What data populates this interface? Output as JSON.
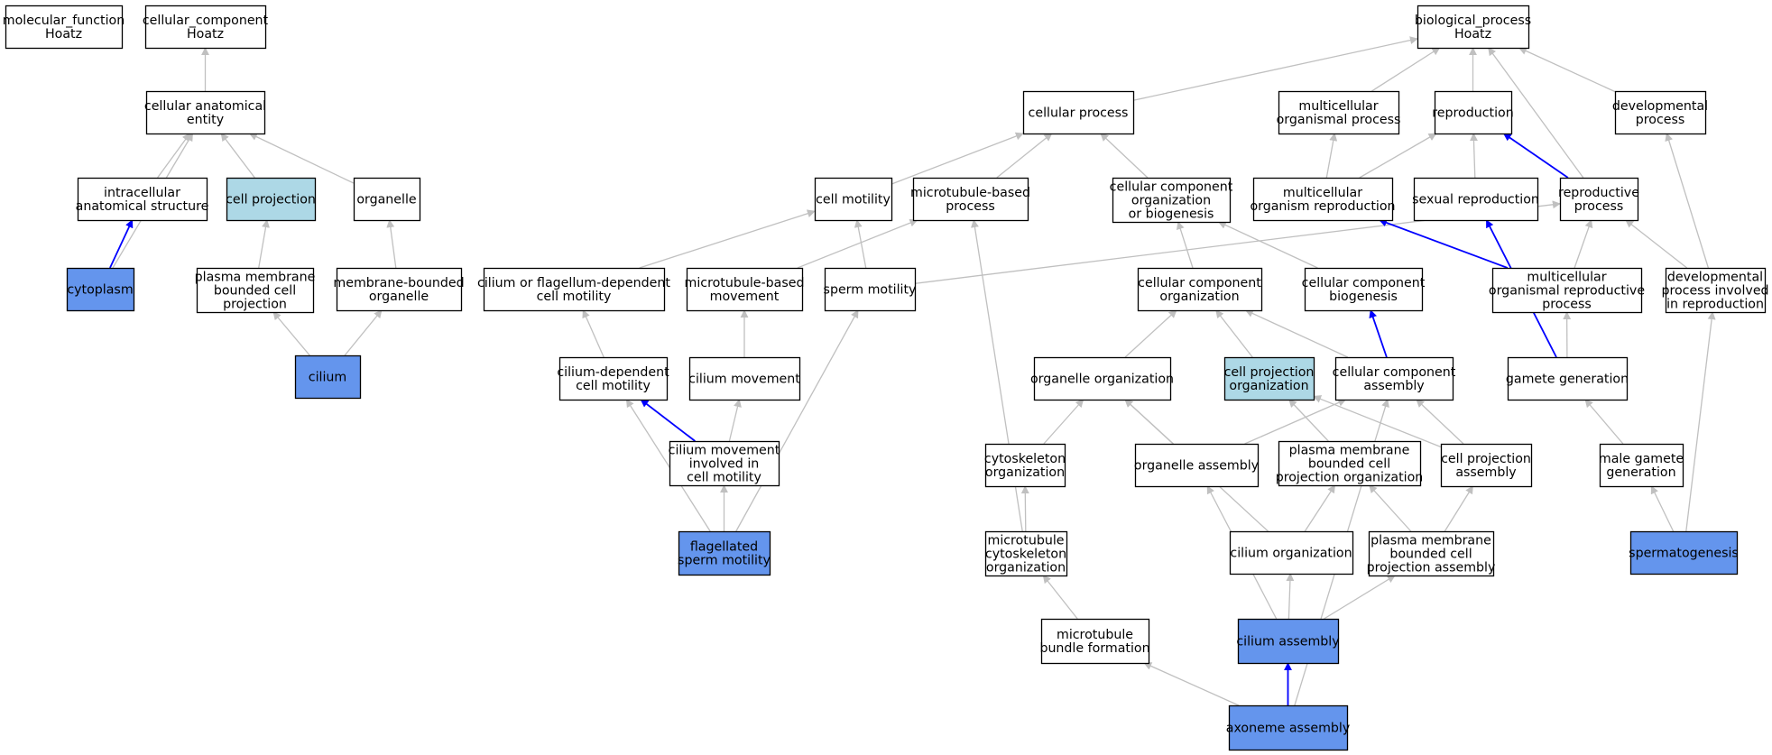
{
  "colors": {
    "node_fill_default": "#ffffff",
    "node_fill_direct": "#6495ed",
    "node_fill_inferred": "#add8e6",
    "node_stroke": "#000000",
    "edge_is_a": "#c0c0c0",
    "edge_part_of": "#0000ff"
  },
  "nodes": [
    {
      "id": "molecular_function",
      "lines": [
        "molecular_function",
        "Hoatz"
      ],
      "fill": "white"
    },
    {
      "id": "cellular_component",
      "lines": [
        "cellular_component",
        "Hoatz"
      ],
      "fill": "white"
    },
    {
      "id": "biological_process",
      "lines": [
        "biological_process",
        "Hoatz"
      ],
      "fill": "white"
    },
    {
      "id": "cellular_anatomical_entity",
      "lines": [
        "cellular anatomical",
        "entity"
      ],
      "fill": "white"
    },
    {
      "id": "intracellular_anatomical_structure",
      "lines": [
        "intracellular",
        "anatomical structure"
      ],
      "fill": "white"
    },
    {
      "id": "cell_projection",
      "lines": [
        "cell projection"
      ],
      "fill": "lightblue"
    },
    {
      "id": "organelle",
      "lines": [
        "organelle"
      ],
      "fill": "white"
    },
    {
      "id": "cytoplasm",
      "lines": [
        "cytoplasm"
      ],
      "fill": "blue"
    },
    {
      "id": "plasma_membrane_bounded_cell_projection",
      "lines": [
        "plasma membrane",
        "bounded cell",
        "projection"
      ],
      "fill": "white"
    },
    {
      "id": "membrane_bounded_organelle",
      "lines": [
        "membrane-bounded",
        "organelle"
      ],
      "fill": "white"
    },
    {
      "id": "cilium",
      "lines": [
        "cilium"
      ],
      "fill": "blue"
    },
    {
      "id": "cellular_process",
      "lines": [
        "cellular process"
      ],
      "fill": "white"
    },
    {
      "id": "multicellular_organismal_process",
      "lines": [
        "multicellular",
        "organismal process"
      ],
      "fill": "white"
    },
    {
      "id": "reproduction",
      "lines": [
        "reproduction"
      ],
      "fill": "white"
    },
    {
      "id": "developmental_process",
      "lines": [
        "developmental",
        "process"
      ],
      "fill": "white"
    },
    {
      "id": "cell_motility",
      "lines": [
        "cell motility"
      ],
      "fill": "white"
    },
    {
      "id": "microtubule_based_process",
      "lines": [
        "microtubule-based",
        "process"
      ],
      "fill": "white"
    },
    {
      "id": "cellular_component_organization_or_biogenesis",
      "lines": [
        "cellular component",
        "organization",
        "or biogenesis"
      ],
      "fill": "white"
    },
    {
      "id": "multicellular_organism_reproduction",
      "lines": [
        "multicellular",
        "organism reproduction"
      ],
      "fill": "white"
    },
    {
      "id": "sexual_reproduction",
      "lines": [
        "sexual reproduction"
      ],
      "fill": "white"
    },
    {
      "id": "reproductive_process",
      "lines": [
        "reproductive",
        "process"
      ],
      "fill": "white"
    },
    {
      "id": "cilium_or_flagellum_dependent_cell_motility",
      "lines": [
        "cilium or flagellum-dependent",
        "cell motility"
      ],
      "fill": "white"
    },
    {
      "id": "microtubule_based_movement",
      "lines": [
        "microtubule-based",
        "movement"
      ],
      "fill": "white"
    },
    {
      "id": "sperm_motility",
      "lines": [
        "sperm motility"
      ],
      "fill": "white"
    },
    {
      "id": "cellular_component_organization",
      "lines": [
        "cellular component",
        "organization"
      ],
      "fill": "white"
    },
    {
      "id": "cellular_component_biogenesis",
      "lines": [
        "cellular component",
        "biogenesis"
      ],
      "fill": "white"
    },
    {
      "id": "multicellular_organismal_reproductive_process",
      "lines": [
        "multicellular",
        "organismal reproductive",
        "process"
      ],
      "fill": "white"
    },
    {
      "id": "developmental_process_involved_in_reproduction",
      "lines": [
        "developmental",
        "process involved",
        "in reproduction"
      ],
      "fill": "white"
    },
    {
      "id": "cilium_dependent_cell_motility",
      "lines": [
        "cilium-dependent",
        "cell motility"
      ],
      "fill": "white"
    },
    {
      "id": "cilium_movement",
      "lines": [
        "cilium movement"
      ],
      "fill": "white"
    },
    {
      "id": "organelle_organization",
      "lines": [
        "organelle organization"
      ],
      "fill": "white"
    },
    {
      "id": "cell_projection_organization",
      "lines": [
        "cell projection",
        "organization"
      ],
      "fill": "lightblue"
    },
    {
      "id": "cellular_component_assembly",
      "lines": [
        "cellular component",
        "assembly"
      ],
      "fill": "white"
    },
    {
      "id": "gamete_generation",
      "lines": [
        "gamete generation"
      ],
      "fill": "white"
    },
    {
      "id": "cilium_movement_involved_in_cell_motility",
      "lines": [
        "cilium movement",
        "involved in",
        "cell motility"
      ],
      "fill": "white"
    },
    {
      "id": "cytoskeleton_organization",
      "lines": [
        "cytoskeleton",
        "organization"
      ],
      "fill": "white"
    },
    {
      "id": "organelle_assembly",
      "lines": [
        "organelle assembly"
      ],
      "fill": "white"
    },
    {
      "id": "plasma_membrane_bounded_cell_projection_organization",
      "lines": [
        "plasma membrane",
        "bounded cell",
        "projection organization"
      ],
      "fill": "white"
    },
    {
      "id": "cell_projection_assembly",
      "lines": [
        "cell projection",
        "assembly"
      ],
      "fill": "white"
    },
    {
      "id": "male_gamete_generation",
      "lines": [
        "male gamete",
        "generation"
      ],
      "fill": "white"
    },
    {
      "id": "flagellated_sperm_motility",
      "lines": [
        "flagellated",
        "sperm motility"
      ],
      "fill": "blue"
    },
    {
      "id": "microtubule_cytoskeleton_organization",
      "lines": [
        "microtubule",
        "cytoskeleton",
        "organization"
      ],
      "fill": "white"
    },
    {
      "id": "cilium_organization",
      "lines": [
        "cilium organization"
      ],
      "fill": "white"
    },
    {
      "id": "plasma_membrane_bounded_cell_projection_assembly",
      "lines": [
        "plasma membrane",
        "bounded cell",
        "projection assembly"
      ],
      "fill": "white"
    },
    {
      "id": "spermatogenesis",
      "lines": [
        "spermatogenesis"
      ],
      "fill": "blue"
    },
    {
      "id": "microtubule_bundle_formation",
      "lines": [
        "microtubule",
        "bundle formation"
      ],
      "fill": "white"
    },
    {
      "id": "cilium_assembly",
      "lines": [
        "cilium assembly"
      ],
      "fill": "blue"
    },
    {
      "id": "axoneme_assembly",
      "lines": [
        "axoneme assembly"
      ],
      "fill": "blue"
    }
  ],
  "edges": [
    {
      "from": "cellular_anatomical_entity",
      "to": "cellular_component",
      "type": "is_a"
    },
    {
      "from": "intracellular_anatomical_structure",
      "to": "cellular_anatomical_entity",
      "type": "is_a"
    },
    {
      "from": "cell_projection",
      "to": "cellular_anatomical_entity",
      "type": "is_a"
    },
    {
      "from": "organelle",
      "to": "cellular_anatomical_entity",
      "type": "is_a"
    },
    {
      "from": "cytoplasm",
      "to": "cellular_anatomical_entity",
      "type": "is_a"
    },
    {
      "from": "cytoplasm",
      "to": "intracellular_anatomical_structure",
      "type": "part_of"
    },
    {
      "from": "plasma_membrane_bounded_cell_projection",
      "to": "cell_projection",
      "type": "is_a"
    },
    {
      "from": "membrane_bounded_organelle",
      "to": "organelle",
      "type": "is_a"
    },
    {
      "from": "cilium",
      "to": "plasma_membrane_bounded_cell_projection",
      "type": "is_a"
    },
    {
      "from": "cilium",
      "to": "membrane_bounded_organelle",
      "type": "is_a"
    },
    {
      "from": "cellular_process",
      "to": "biological_process",
      "type": "is_a"
    },
    {
      "from": "multicellular_organismal_process",
      "to": "biological_process",
      "type": "is_a"
    },
    {
      "from": "reproduction",
      "to": "biological_process",
      "type": "is_a"
    },
    {
      "from": "developmental_process",
      "to": "biological_process",
      "type": "is_a"
    },
    {
      "from": "reproductive_process",
      "to": "biological_process",
      "type": "is_a"
    },
    {
      "from": "cell_motility",
      "to": "cellular_process",
      "type": "is_a"
    },
    {
      "from": "microtubule_based_process",
      "to": "cellular_process",
      "type": "is_a"
    },
    {
      "from": "cellular_component_organization_or_biogenesis",
      "to": "cellular_process",
      "type": "is_a"
    },
    {
      "from": "multicellular_organism_reproduction",
      "to": "multicellular_organismal_process",
      "type": "is_a"
    },
    {
      "from": "multicellular_organism_reproduction",
      "to": "reproduction",
      "type": "is_a"
    },
    {
      "from": "sexual_reproduction",
      "to": "reproduction",
      "type": "is_a"
    },
    {
      "from": "reproductive_process",
      "to": "reproduction",
      "type": "part_of"
    },
    {
      "from": "cilium_or_flagellum_dependent_cell_motility",
      "to": "cell_motility",
      "type": "is_a"
    },
    {
      "from": "microtubule_based_movement",
      "to": "microtubule_based_process",
      "type": "is_a"
    },
    {
      "from": "sperm_motility",
      "to": "cell_motility",
      "type": "is_a"
    },
    {
      "from": "sperm_motility",
      "to": "reproductive_process",
      "type": "is_a"
    },
    {
      "from": "cellular_component_organization",
      "to": "cellular_component_organization_or_biogenesis",
      "type": "is_a"
    },
    {
      "from": "cellular_component_biogenesis",
      "to": "cellular_component_organization_or_biogenesis",
      "type": "is_a"
    },
    {
      "from": "multicellular_organismal_reproductive_process",
      "to": "reproductive_process",
      "type": "is_a"
    },
    {
      "from": "multicellular_organismal_reproductive_process",
      "to": "multicellular_organism_reproduction",
      "type": "part_of"
    },
    {
      "from": "developmental_process_involved_in_reproduction",
      "to": "reproductive_process",
      "type": "is_a"
    },
    {
      "from": "developmental_process_involved_in_reproduction",
      "to": "developmental_process",
      "type": "is_a"
    },
    {
      "from": "cilium_dependent_cell_motility",
      "to": "cilium_or_flagellum_dependent_cell_motility",
      "type": "is_a"
    },
    {
      "from": "cilium_movement",
      "to": "microtubule_based_movement",
      "type": "is_a"
    },
    {
      "from": "organelle_organization",
      "to": "cellular_component_organization",
      "type": "is_a"
    },
    {
      "from": "cell_projection_organization",
      "to": "cellular_component_organization",
      "type": "is_a"
    },
    {
      "from": "cellular_component_assembly",
      "to": "cellular_component_organization",
      "type": "is_a"
    },
    {
      "from": "cellular_component_assembly",
      "to": "cellular_component_biogenesis",
      "type": "part_of"
    },
    {
      "from": "gamete_generation",
      "to": "multicellular_organismal_reproductive_process",
      "type": "is_a"
    },
    {
      "from": "gamete_generation",
      "to": "sexual_reproduction",
      "type": "part_of"
    },
    {
      "from": "cilium_movement_involved_in_cell_motility",
      "to": "cilium_movement",
      "type": "is_a"
    },
    {
      "from": "cilium_movement_involved_in_cell_motility",
      "to": "cilium_dependent_cell_motility",
      "type": "part_of"
    },
    {
      "from": "cytoskeleton_organization",
      "to": "organelle_organization",
      "type": "is_a"
    },
    {
      "from": "organelle_assembly",
      "to": "organelle_organization",
      "type": "is_a"
    },
    {
      "from": "organelle_assembly",
      "to": "cellular_component_assembly",
      "type": "is_a"
    },
    {
      "from": "plasma_membrane_bounded_cell_projection_organization",
      "to": "cell_projection_organization",
      "type": "is_a"
    },
    {
      "from": "cell_projection_assembly",
      "to": "cell_projection_organization",
      "type": "is_a"
    },
    {
      "from": "cell_projection_assembly",
      "to": "cellular_component_assembly",
      "type": "is_a"
    },
    {
      "from": "male_gamete_generation",
      "to": "gamete_generation",
      "type": "is_a"
    },
    {
      "from": "flagellated_sperm_motility",
      "to": "sperm_motility",
      "type": "is_a"
    },
    {
      "from": "flagellated_sperm_motility",
      "to": "cilium_movement_involved_in_cell_motility",
      "type": "is_a"
    },
    {
      "from": "flagellated_sperm_motility",
      "to": "cilium_dependent_cell_motility",
      "type": "is_a"
    },
    {
      "from": "microtubule_cytoskeleton_organization",
      "to": "cytoskeleton_organization",
      "type": "is_a"
    },
    {
      "from": "microtubule_cytoskeleton_organization",
      "to": "microtubule_based_process",
      "type": "is_a"
    },
    {
      "from": "cilium_organization",
      "to": "plasma_membrane_bounded_cell_projection_organization",
      "type": "is_a"
    },
    {
      "from": "cilium_organization",
      "to": "organelle_organization",
      "type": "is_a"
    },
    {
      "from": "plasma_membrane_bounded_cell_projection_assembly",
      "to": "plasma_membrane_bounded_cell_projection_organization",
      "type": "is_a"
    },
    {
      "from": "plasma_membrane_bounded_cell_projection_assembly",
      "to": "cell_projection_assembly",
      "type": "is_a"
    },
    {
      "from": "spermatogenesis",
      "to": "male_gamete_generation",
      "type": "is_a"
    },
    {
      "from": "spermatogenesis",
      "to": "developmental_process_involved_in_reproduction",
      "type": "is_a"
    },
    {
      "from": "microtubule_bundle_formation",
      "to": "microtubule_cytoskeleton_organization",
      "type": "is_a"
    },
    {
      "from": "cilium_assembly",
      "to": "cilium_organization",
      "type": "is_a"
    },
    {
      "from": "cilium_assembly",
      "to": "organelle_assembly",
      "type": "is_a"
    },
    {
      "from": "cilium_assembly",
      "to": "plasma_membrane_bounded_cell_projection_assembly",
      "type": "is_a"
    },
    {
      "from": "axoneme_assembly",
      "to": "cilium_assembly",
      "type": "part_of"
    },
    {
      "from": "axoneme_assembly",
      "to": "microtubule_bundle_formation",
      "type": "is_a"
    },
    {
      "from": "axoneme_assembly",
      "to": "cellular_component_assembly",
      "type": "is_a"
    }
  ]
}
